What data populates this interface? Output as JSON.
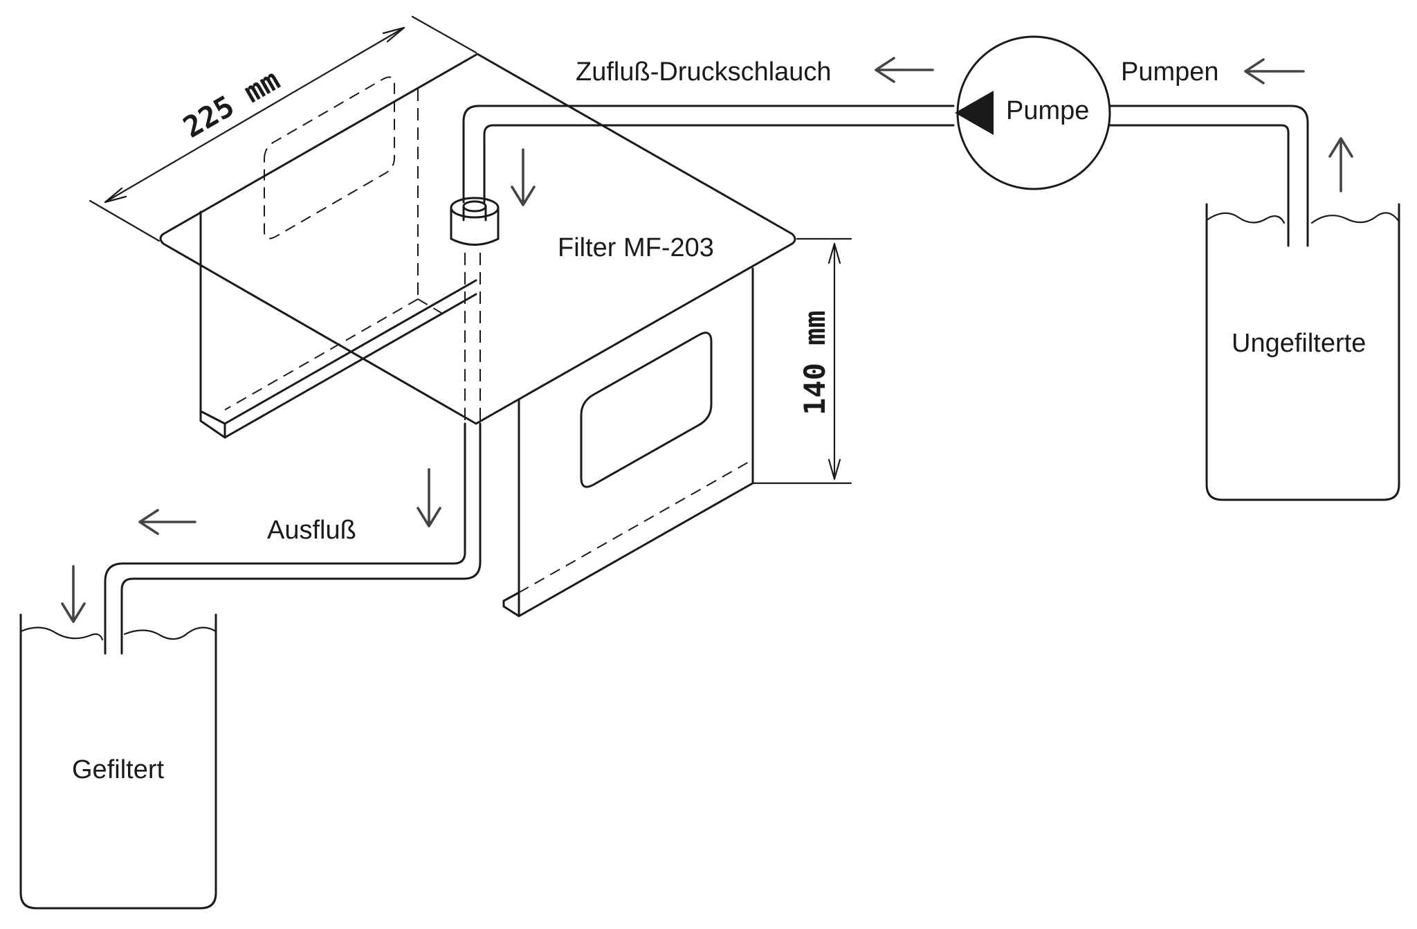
{
  "labels": {
    "inflow_hose": "Zufluß-Druckschlauch",
    "pumping": "Pumpen",
    "pump": "Pumpe",
    "filter": "Filter MF-203",
    "outflow": "Ausfluß",
    "unfiltered": "Ungefilterte",
    "filtered": "Gefiltert"
  },
  "dimensions": {
    "width": "225 mm",
    "height": "140 mm"
  },
  "colors": {
    "line": "#1a1a1a",
    "arrow": "#444444",
    "background": "#ffffff"
  }
}
